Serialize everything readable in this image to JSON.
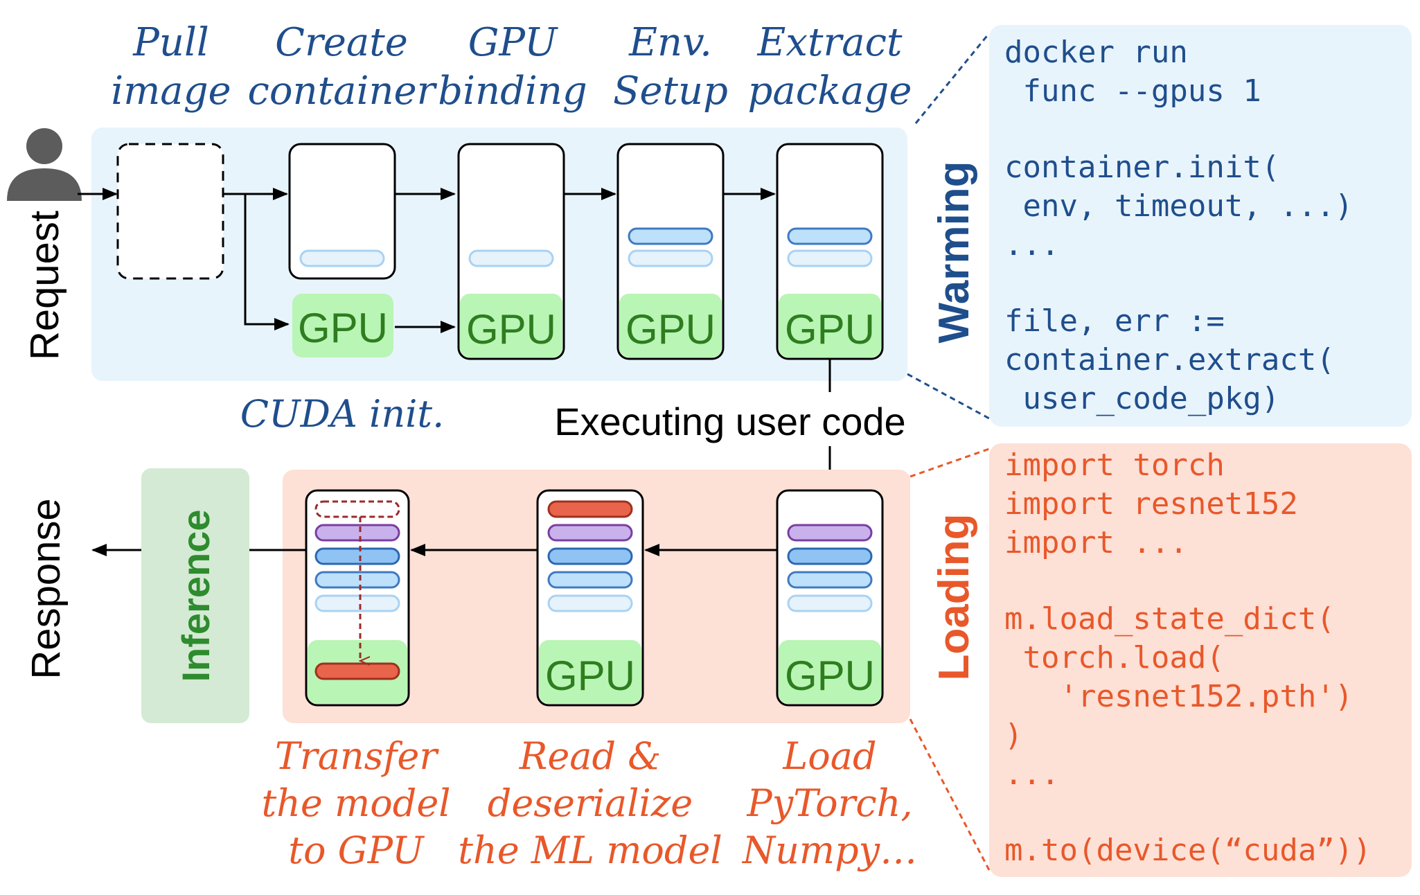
{
  "user_side": {
    "request_label": "Request",
    "response_label": "Response"
  },
  "warming": {
    "section_label": "Warming",
    "steps": [
      {
        "line1": "Pull",
        "line2": "image"
      },
      {
        "line1": "Create",
        "line2": "container"
      },
      {
        "line1": "GPU",
        "line2": "binding"
      },
      {
        "line1": "Env.",
        "line2": "Setup"
      },
      {
        "line1": "Extract",
        "line2": "package"
      }
    ],
    "gpu_label": "GPU",
    "cuda_label": "CUDA init.",
    "code": [
      "docker run",
      " func --gpus 1",
      "",
      "container.init(",
      " env, timeout, ...)",
      "...",
      "",
      "file, err :=",
      "container.extract(",
      " user_code_pkg)"
    ]
  },
  "executing_label": "Executing user code",
  "loading": {
    "section_label": "Loading",
    "inference_label": "Inference",
    "gpu_label": "GPU",
    "steps": [
      {
        "line1": "Transfer",
        "line2": "the model",
        "line3": "to GPU"
      },
      {
        "line1": "Read &",
        "line2": "deserialize",
        "line3": "the ML model"
      },
      {
        "line1": "Load",
        "line2": "PyTorch,",
        "line3": "Numpy…"
      }
    ],
    "code": [
      "import torch",
      "import resnet152",
      "import ...",
      "",
      "m.load_state_dict(",
      " torch.load(",
      "   'resnet152.pth')",
      ")",
      "...",
      "",
      "m.to(device(“cuda”))"
    ]
  },
  "colors": {
    "blue_text": "#1f4e8c",
    "orange_text": "#e8582a",
    "warming_bg": "#e8f4fc",
    "loading_bg": "#fde0d6",
    "gpu_green": "#b9f5b4",
    "gpu_text": "#2e7d1f",
    "inference_bg": "#d4ead4"
  }
}
